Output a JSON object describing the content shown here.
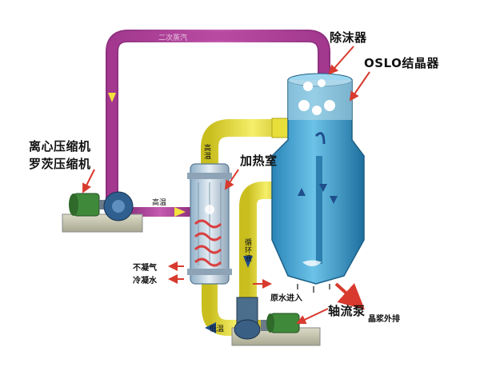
{
  "labels": {
    "demister": "除沫器",
    "crystallizer": "OSLO结晶器",
    "compressor_line1": "离心压缩机",
    "compressor_line2": "罗茨压缩机",
    "heater": "加热室",
    "noncondensable": "不凝气",
    "condensate": "冷凝水",
    "feed_in": "原水进入",
    "pump": "轴流泵",
    "slurry_out": "晶浆外排",
    "high_temp_pipe": "高温",
    "high_temp_inlet": "高温",
    "low_temp": "低温",
    "circulation": "循环液",
    "secondary_steam": "二次蒸汽"
  },
  "colors": {
    "steam_pipe": "#b0409a",
    "hot_pipe": "#e8df3a",
    "vessel": "#3a9fd0",
    "heater_coil": "#d94040",
    "arrow_red": "#d83a2e",
    "arrow_flow": "#1f4e8c",
    "base": "#c9c9b5"
  },
  "icons": [
    "motor-icon",
    "flow-arrow-icon",
    "leader-arrow-icon"
  ]
}
